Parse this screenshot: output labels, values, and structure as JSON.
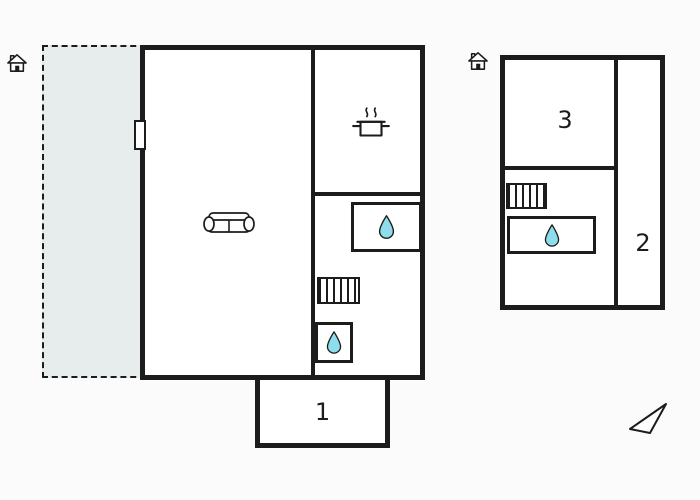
{
  "colors": {
    "wall": "#1c1c1c",
    "terrace_fill": "#e6edec",
    "water": "#8edded",
    "background": "#fbfbfb",
    "room_fill": "#ffffff"
  },
  "floorplan": {
    "type": "floor-plan",
    "labels": {
      "room1": "1",
      "room2": "2",
      "room3": "3"
    },
    "buildings": [
      {
        "name": "main-house",
        "rooms": [
          "living-room",
          "kitchen",
          "bathroom",
          "wc",
          "room-1"
        ],
        "features": [
          "terrace",
          "entrance-house-icon",
          "door-opening",
          "sofa-icon",
          "cooking-pot-icon",
          "water-drop-icon",
          "stairs-icon",
          "water-drop-icon"
        ]
      },
      {
        "name": "annex",
        "rooms": [
          "room-2",
          "room-3",
          "shower-room"
        ],
        "features": [
          "entrance-house-icon",
          "stairs-icon",
          "water-drop-icon"
        ]
      }
    ],
    "compass": "north-arrow"
  }
}
